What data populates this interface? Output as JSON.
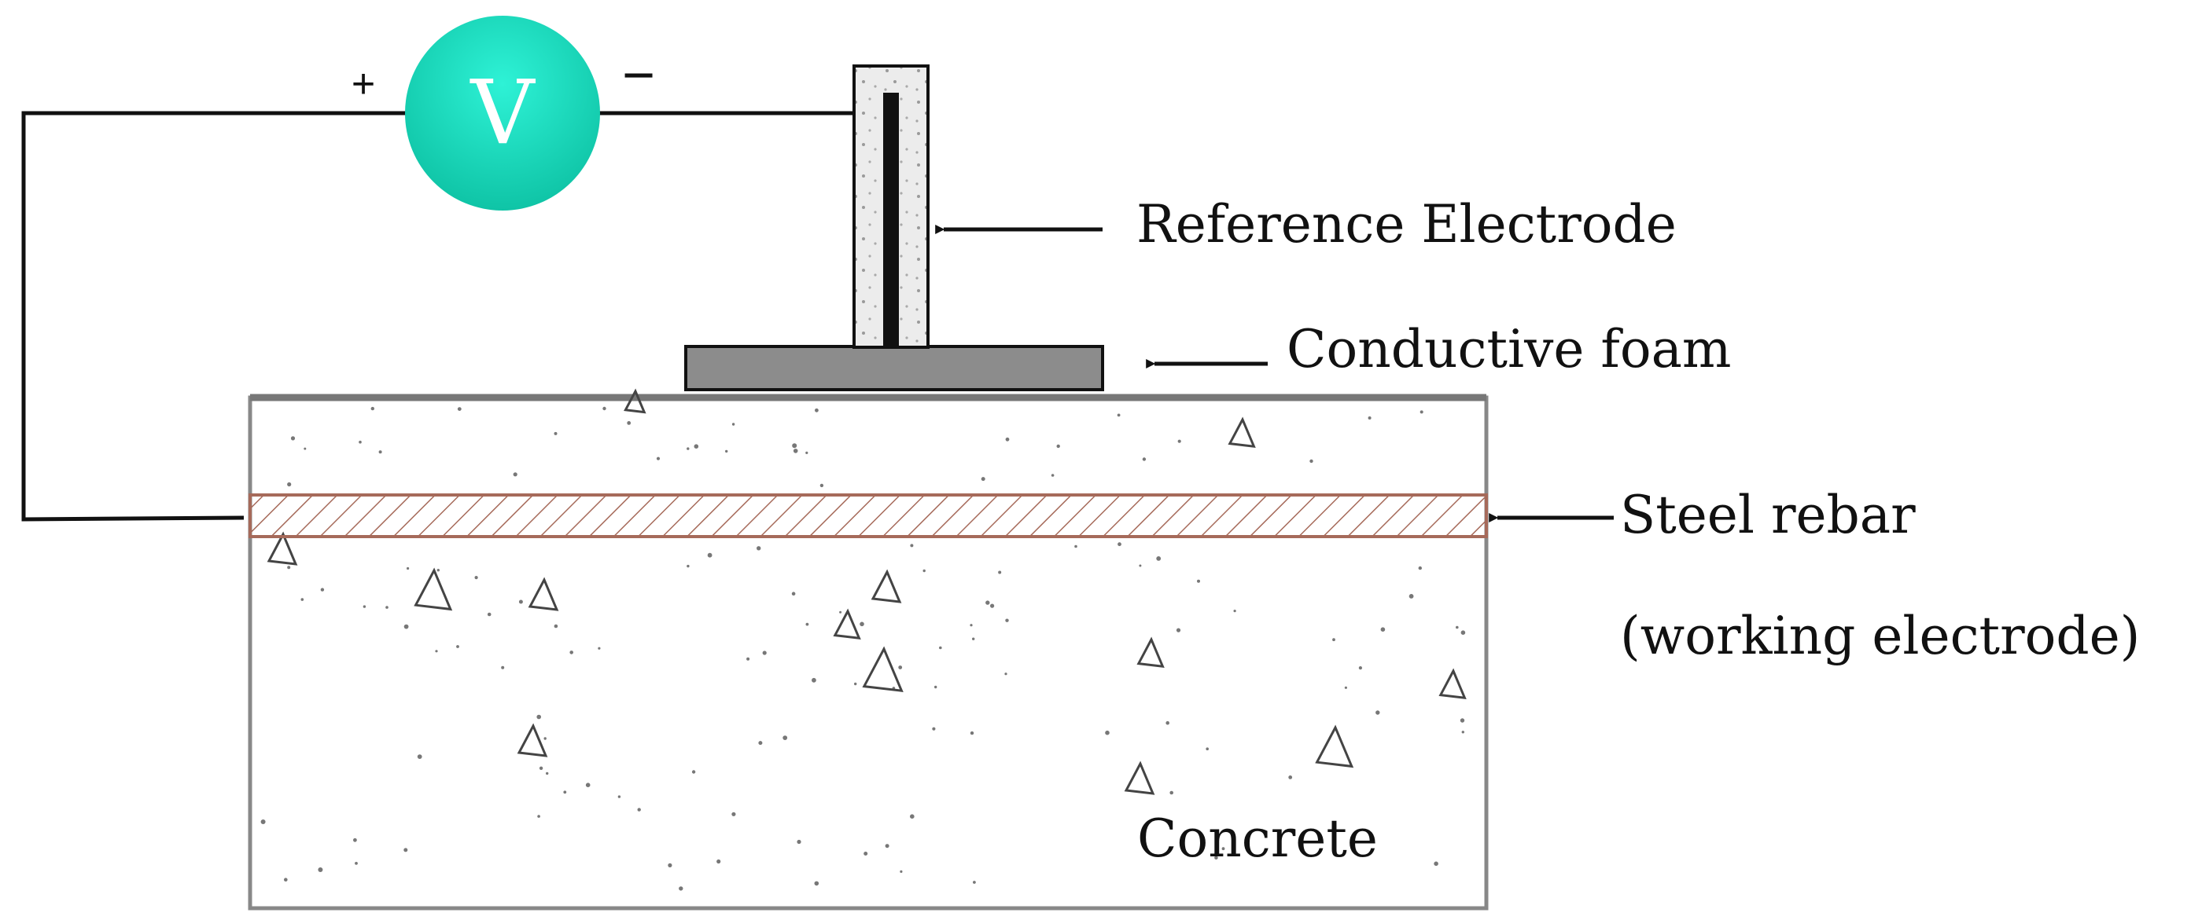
{
  "voltmeter": {
    "symbol": "V",
    "plus": "+",
    "minus": "−",
    "color_top": "#2ef2d6",
    "color_bottom": "#0fc4a6"
  },
  "labels": {
    "reference_electrode": "Reference Electrode",
    "conductive_foam": "Conductive foam",
    "steel_rebar": "Steel rebar",
    "working_electrode": "(working electrode)",
    "concrete": "Concrete"
  },
  "colors": {
    "wire": "#111111",
    "foam": "#8c8c8c",
    "rebar_hatch": "#a66a5a",
    "concrete_border": "#888888",
    "electrode_fill": "#e8e8e8"
  }
}
